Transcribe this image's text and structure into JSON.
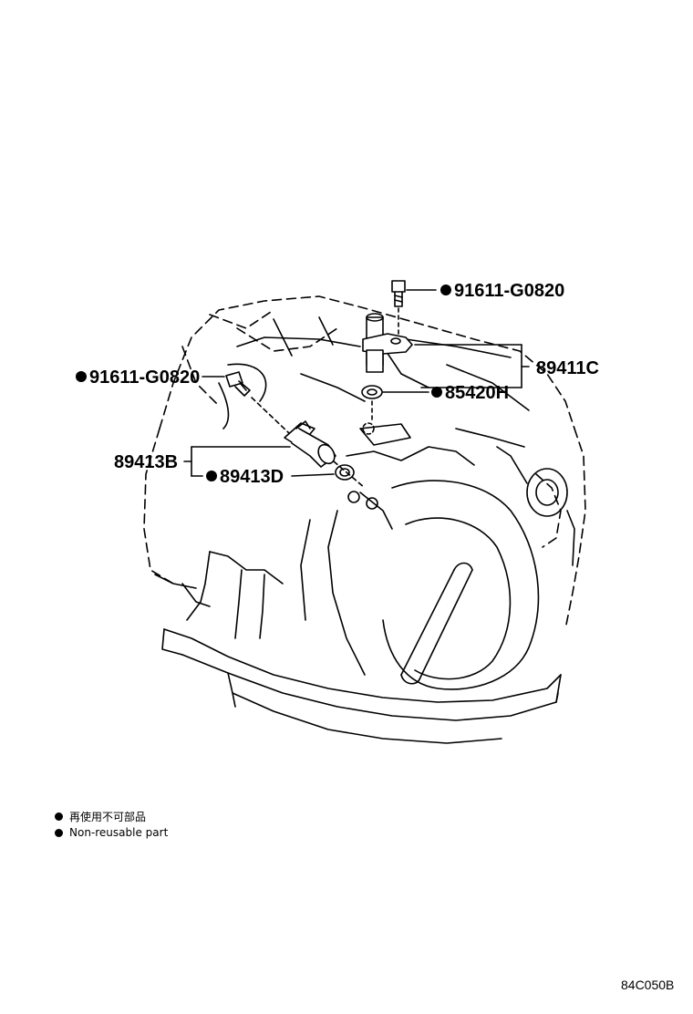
{
  "parts": {
    "bolt_top": "91611-G0820",
    "sensor_bracket": "89411C",
    "o_ring_top": "85420H",
    "bolt_left": "91611-G0820",
    "speed_sensor": "89413B",
    "o_ring_sensor": "89413D"
  },
  "legend": {
    "japanese": "再使用不可部品",
    "english": "Non-reusable part"
  },
  "diagram_code": "84C050B"
}
